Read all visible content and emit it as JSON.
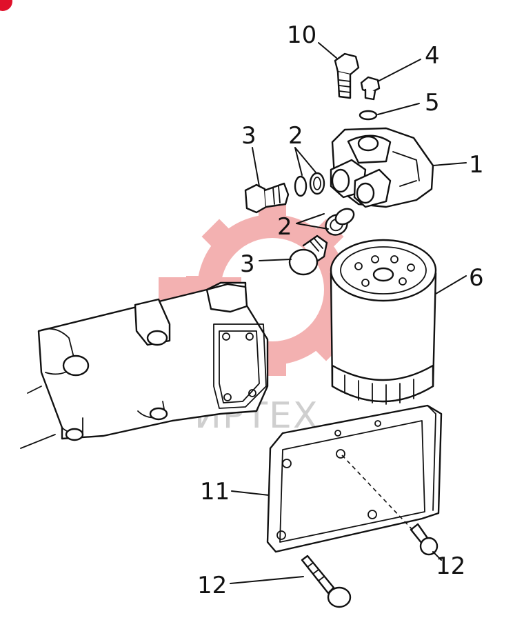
{
  "watermark": {
    "text": "ИРТЕХ",
    "gear_color": "#f2a9a9",
    "text_color": "#cfcfcf"
  },
  "accent_color": "#e0102a",
  "callouts": {
    "c10": "10",
    "c4": "4",
    "c5": "5",
    "c3a": "3",
    "c2a": "2",
    "c1": "1",
    "c2b": "2",
    "c3b": "3",
    "c6": "6",
    "c11": "11",
    "c12a": "12",
    "c12b": "12"
  }
}
